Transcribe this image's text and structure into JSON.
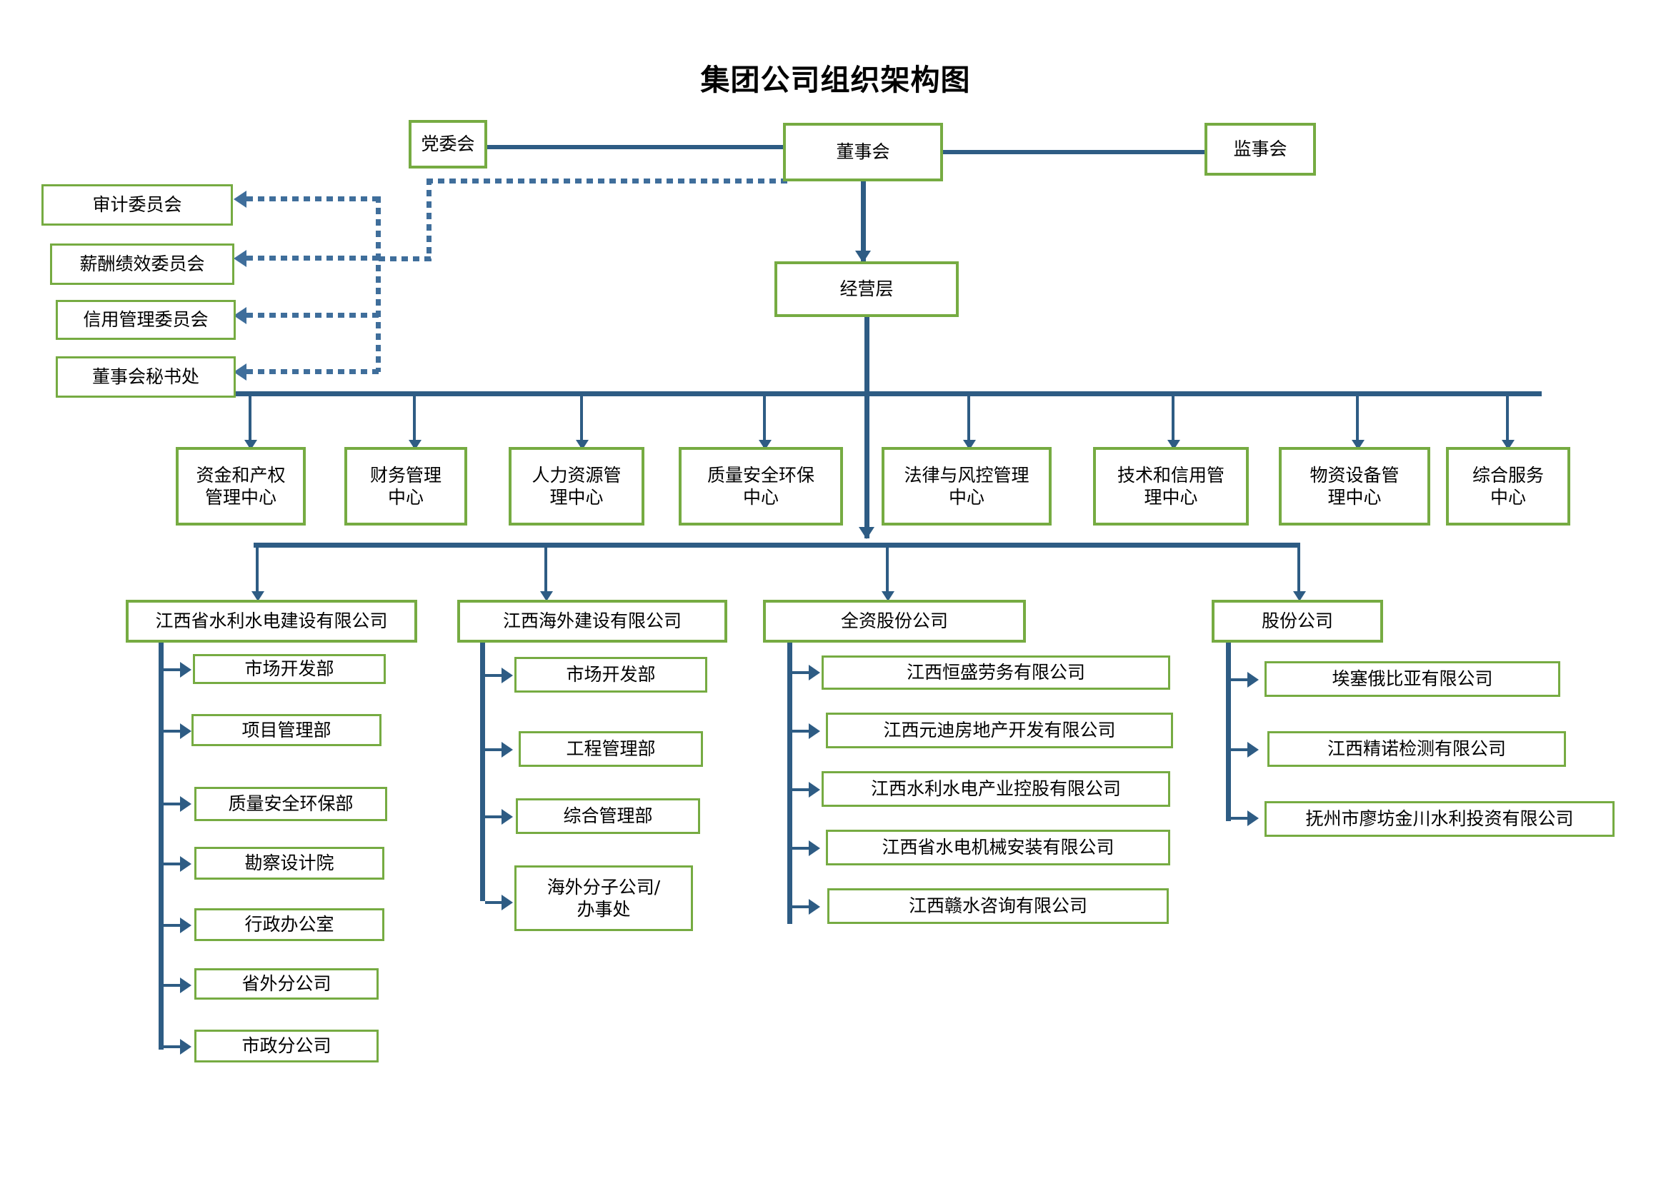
{
  "title": "集团公司组织架构图",
  "colors": {
    "box_border_green": "#76AB42",
    "connector_blue": "#2E5C84",
    "dotted_blue": "#3F6E9B",
    "background": "#FFFFFF",
    "text": "#000000"
  },
  "top": {
    "party_committee": "党委会",
    "board_of_directors": "董事会",
    "supervisory_board": "监事会",
    "management_layer": "经营层"
  },
  "committees": [
    {
      "label": "审计委员会"
    },
    {
      "label": "薪酬绩效委员会"
    },
    {
      "label": "信用管理委员会"
    },
    {
      "label": "董事会秘书处"
    }
  ],
  "centers": [
    {
      "label": "资金和产权管理中心",
      "line1": "资金和产权",
      "line2": "管理中心"
    },
    {
      "label": "财务管理中心",
      "line1": "财务管理",
      "line2": "中心"
    },
    {
      "label": "人力资源管理中心",
      "line1": "人力资源管",
      "line2": "理中心"
    },
    {
      "label": "质量安全环保中心",
      "line1": "质量安全环保",
      "line2": "中心"
    },
    {
      "label": "法律与风控管理中心",
      "line1": "法律与风控管理",
      "line2": "中心"
    },
    {
      "label": "技术和信用管理中心",
      "line1": "技术和信用管",
      "line2": "理中心"
    },
    {
      "label": "物资设备管理中心",
      "line1": "物资设备管",
      "line2": "理中心"
    },
    {
      "label": "综合服务中心",
      "line1": "综合服务",
      "line2": "中心"
    }
  ],
  "subsidiaries": [
    {
      "name": "江西省水利水电建设有限公司",
      "children": [
        "市场开发部",
        "项目管理部",
        "质量安全环保部",
        "勘察设计院",
        "行政办公室",
        "省外分公司",
        "市政分公司"
      ]
    },
    {
      "name": "江西海外建设有限公司",
      "children": [
        "市场开发部",
        "工程管理部",
        "综合管理部",
        "海外分子公司/\n办事处"
      ]
    },
    {
      "name": "全资股份公司",
      "children": [
        "江西恒盛劳务有限公司",
        "江西元迪房地产开发有限公司",
        "江西水利水电产业控股有限公司",
        "江西省水电机械安装有限公司",
        "江西赣水咨询有限公司"
      ]
    },
    {
      "name": "股份公司",
      "children": [
        "埃塞俄比亚有限公司",
        "江西精诺检测有限公司",
        "抚州市廖坊金川水利投资有限公司"
      ]
    }
  ],
  "overseas_branch_line1": "海外分子公司/",
  "overseas_branch_line2": "办事处"
}
